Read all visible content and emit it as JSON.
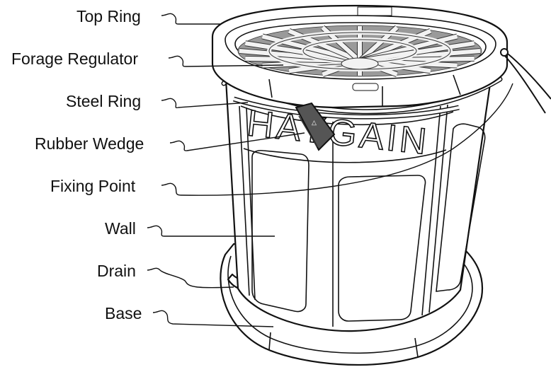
{
  "labels": {
    "top_ring": "Top Ring",
    "forage_regulator": "Forage Regulator",
    "steel_ring": "Steel Ring",
    "rubber_wedge": "Rubber Wedge",
    "fixing_point": "Fixing Point",
    "wall": "Wall",
    "drain": "Drain",
    "base": "Base"
  },
  "brand": {
    "text": "HAYGAIN"
  }
}
